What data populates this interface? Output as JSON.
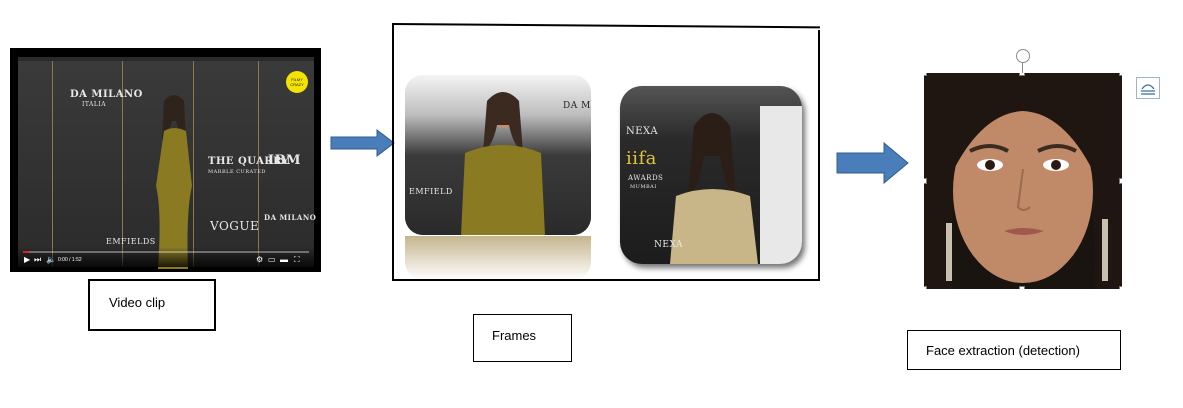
{
  "labels": {
    "video_clip": "Video clip",
    "frames": "Frames",
    "face_extraction": "Face extraction (detection)"
  },
  "video": {
    "wall_logos": [
      "DA MILANO",
      "ITALIA",
      "THE QUARRY",
      "MARBLE CURATED",
      "IBM",
      "VOGUE",
      "DA MILANO",
      "EMFIELDS"
    ],
    "badge_text": "FILMY CRAZY",
    "time": "0:00 / 1:52",
    "progress": 0.02
  },
  "frames": {
    "frame1_logos": [
      "DA MILANO",
      "EMFIELD"
    ],
    "frame2_logos": [
      "NEXA",
      "iifa",
      "AWARDS",
      "MUMBAI",
      "NEXA"
    ]
  },
  "colors": {
    "arrow_fill": "#4a7ebb",
    "arrow_stroke": "#2f5d8e",
    "dress": "#8a7a22",
    "skin": "#c48e6e"
  }
}
